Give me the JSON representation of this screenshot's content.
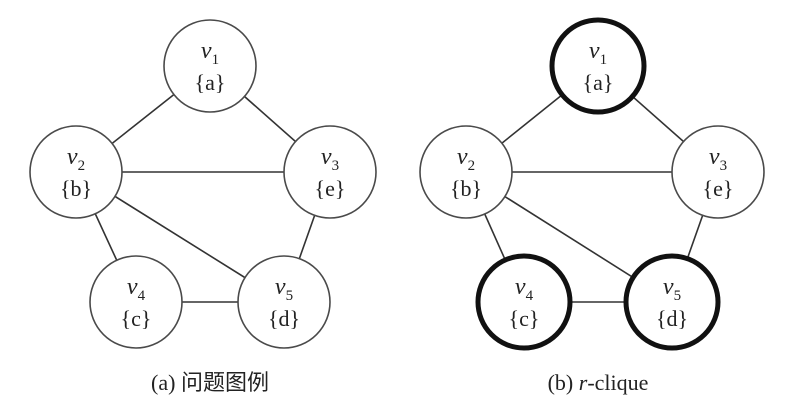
{
  "panels": [
    {
      "id": "a",
      "caption": {
        "prefix": "(a) ",
        "text": "问题图例",
        "italic": ""
      },
      "highlighted": []
    },
    {
      "id": "b",
      "caption": {
        "prefix": "(b) ",
        "italic": "r",
        "text": "-clique"
      },
      "highlighted": [
        "v1",
        "v4",
        "v5"
      ]
    }
  ],
  "nodes": [
    {
      "id": "v1",
      "symbol": "v",
      "sub": "1",
      "set": "{a}"
    },
    {
      "id": "v2",
      "symbol": "v",
      "sub": "2",
      "set": "{b}"
    },
    {
      "id": "v3",
      "symbol": "v",
      "sub": "3",
      "set": "{e}"
    },
    {
      "id": "v4",
      "symbol": "v",
      "sub": "4",
      "set": "{c}"
    },
    {
      "id": "v5",
      "symbol": "v",
      "sub": "5",
      "set": "{d}"
    }
  ],
  "edges": [
    [
      "v1",
      "v2"
    ],
    [
      "v1",
      "v3"
    ],
    [
      "v2",
      "v3"
    ],
    [
      "v2",
      "v4"
    ],
    [
      "v2",
      "v5"
    ],
    [
      "v3",
      "v5"
    ],
    [
      "v4",
      "v5"
    ]
  ],
  "colors": {
    "edge": "#333333",
    "node_stroke": "#4a4a4a",
    "highlight_stroke": "#111111",
    "text": "#222222"
  }
}
